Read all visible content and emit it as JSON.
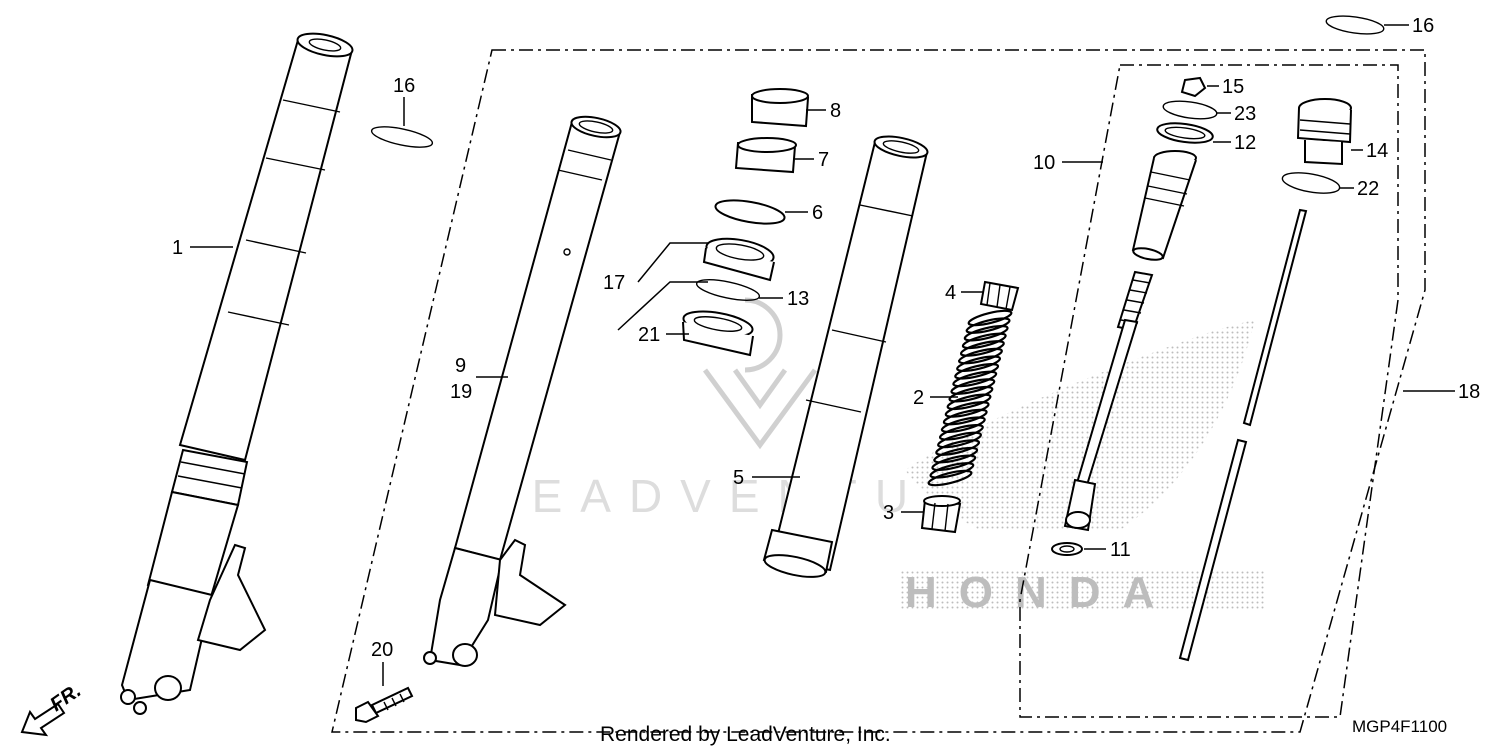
{
  "labels": {
    "p1": "1",
    "p2": "2",
    "p3": "3",
    "p4": "4",
    "p5": "5",
    "p6": "6",
    "p7": "7",
    "p8": "8",
    "p9": "9",
    "p19": "19",
    "p10": "10",
    "p11": "11",
    "p12": "12",
    "p13": "13",
    "p14": "14",
    "p15": "15",
    "p16a": "16",
    "p16b": "16",
    "p17": "17",
    "p18": "18",
    "p20": "20",
    "p21": "21",
    "p22": "22",
    "p23": "23"
  },
  "direction_label": "FR.",
  "footer": {
    "rendered_by": "Rendered by LeadVenture, Inc.",
    "diagram_code": "MGP4F1100"
  },
  "watermark": {
    "brand": "LEADVENTU",
    "make": "HONDA"
  },
  "colors": {
    "line": "#000000",
    "watermark": "#d0d0d0",
    "background": "#ffffff"
  }
}
